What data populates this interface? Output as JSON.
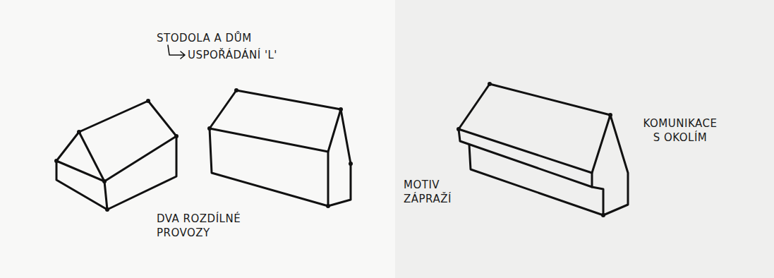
{
  "diagram": {
    "labels": [
      "STODOLA A DŮM",
      "USPOŘÁDÁNÍ 'L'",
      "DVA ROZDÍLNÉ PROVOZY",
      "KOMUNIKACE S OKOLÍM",
      "MOTIV ZÁPRAŽÍ"
    ]
  }
}
